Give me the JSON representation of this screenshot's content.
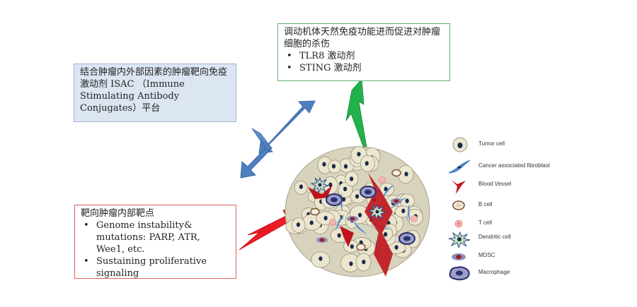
{
  "boxes": {
    "isac": {
      "text": "结合肿瘤内外部因素的肿瘤靶向免疫激动剂 ISAC （Immune Stimulating Antibody Conjugates）平台"
    },
    "innate": {
      "title": "调动机体天然免疫功能进而促进对肿瘤细胞的杀伤",
      "items": [
        "TLR8 激动剂",
        "STING 激动剂"
      ]
    },
    "internal": {
      "title": "靶向肿瘤内部靶点",
      "items": [
        "Genome instability& mutations: PARP, ATR, Wee1, etc.",
        "Sustaining proliferative signaling"
      ]
    }
  },
  "legend": [
    {
      "label": "Tumor cell",
      "icon": "tumor-cell-icon"
    },
    {
      "label": "Cancer associated fibroblast",
      "icon": "fibroblast-icon"
    },
    {
      "label": "Blood Vessel",
      "icon": "blood-vessel-icon"
    },
    {
      "label": "B cell",
      "icon": "b-cell-icon"
    },
    {
      "label": "T cell",
      "icon": "t-cell-icon"
    },
    {
      "label": "Dendritic cell",
      "icon": "dendritic-cell-icon"
    },
    {
      "label": "MDSC",
      "icon": "mdsc-icon"
    },
    {
      "label": "Macrophage",
      "icon": "macrophage-icon"
    }
  ],
  "colors": {
    "blue_arrow": "#4f7fc0",
    "green_arrow": "#22b14c",
    "red_arrow": "#ee1c25",
    "tumor_cell": "#ece6cf",
    "nucleus": "#1a2a4a"
  }
}
